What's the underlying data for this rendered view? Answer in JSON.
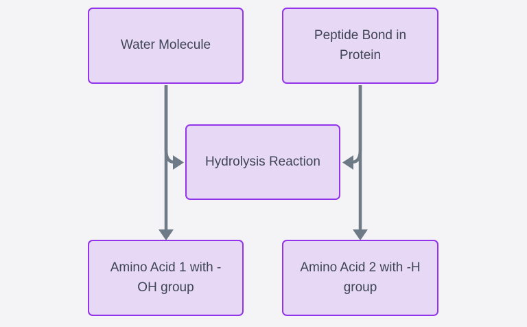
{
  "diagram": {
    "type": "flowchart",
    "background_color": "#f4f4f6",
    "node_fill_color": "#e7d9f6",
    "node_border_color": "#9333ea",
    "node_text_color": "#3f4456",
    "arrow_color": "#6e7b87",
    "nodes": [
      {
        "id": "water",
        "label": "Water Molecule"
      },
      {
        "id": "peptide",
        "label": "Peptide Bond in\nProtein"
      },
      {
        "id": "hydrolysis",
        "label": "Hydrolysis Reaction"
      },
      {
        "id": "amino1",
        "label": "Amino Acid 1 with -\nOH group"
      },
      {
        "id": "amino2",
        "label": "Amino Acid 2 with -H\ngroup"
      }
    ],
    "edges": [
      {
        "from": "water",
        "to": "hydrolysis"
      },
      {
        "from": "water",
        "to": "amino1"
      },
      {
        "from": "peptide",
        "to": "hydrolysis"
      },
      {
        "from": "peptide",
        "to": "amino2"
      }
    ]
  }
}
